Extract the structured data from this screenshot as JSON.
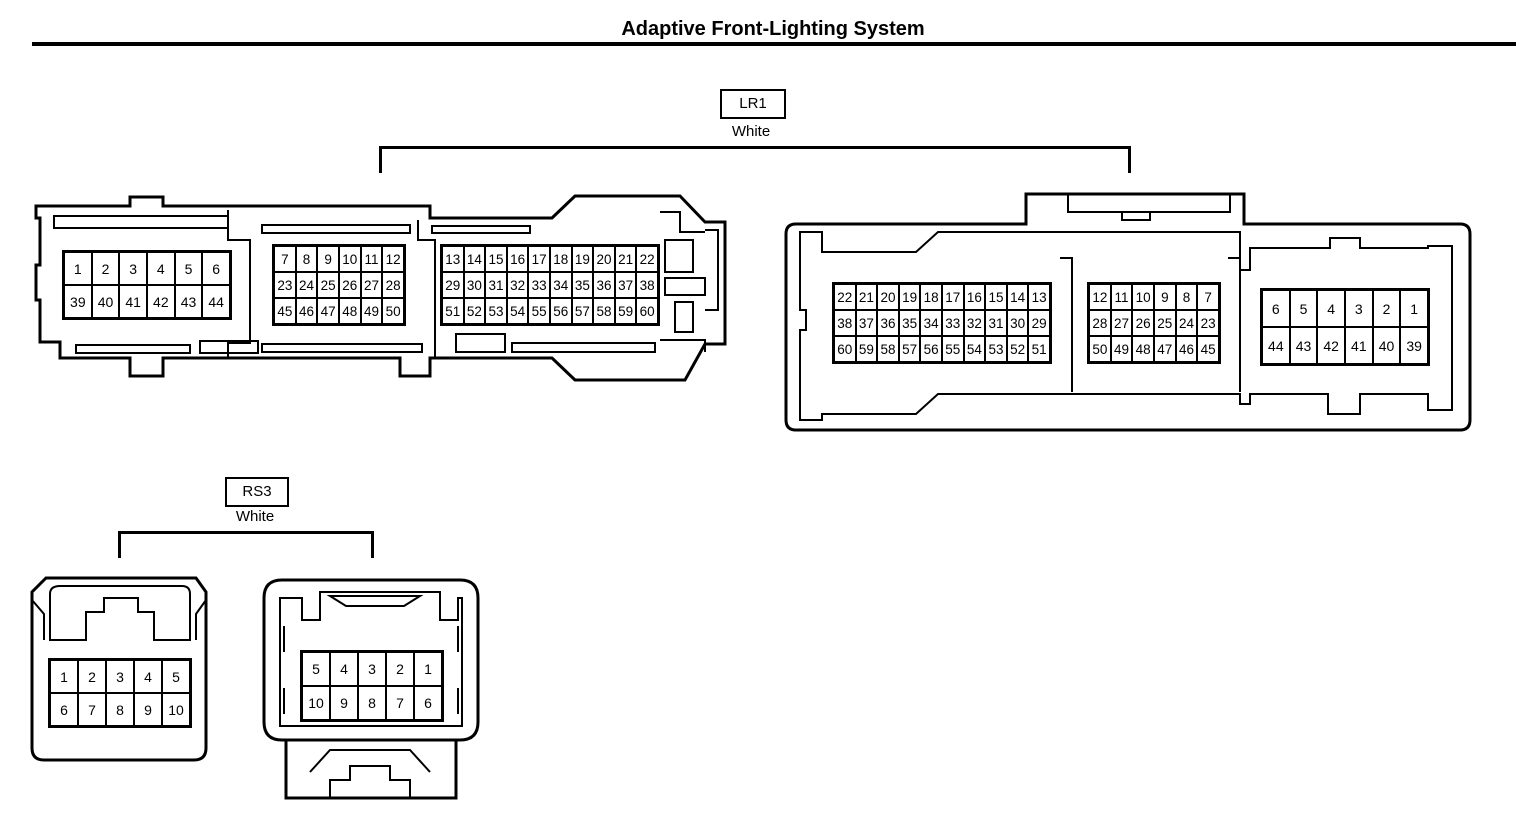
{
  "title": "Adaptive Front-Lighting System",
  "connectors": {
    "lr1": {
      "code": "LR1",
      "color": "White"
    },
    "rs3": {
      "code": "RS3",
      "color": "White"
    }
  },
  "lr1_left": {
    "block_a": [
      [
        "1",
        "2",
        "3",
        "4",
        "5",
        "6"
      ],
      [
        "39",
        "40",
        "41",
        "42",
        "43",
        "44"
      ]
    ],
    "block_b": [
      [
        "7",
        "8",
        "9",
        "10",
        "11",
        "12"
      ],
      [
        "23",
        "24",
        "25",
        "26",
        "27",
        "28"
      ],
      [
        "45",
        "46",
        "47",
        "48",
        "49",
        "50"
      ]
    ],
    "block_c": [
      [
        "13",
        "14",
        "15",
        "16",
        "17",
        "18",
        "19",
        "20",
        "21",
        "22"
      ],
      [
        "29",
        "30",
        "31",
        "32",
        "33",
        "34",
        "35",
        "36",
        "37",
        "38"
      ],
      [
        "51",
        "52",
        "53",
        "54",
        "55",
        "56",
        "57",
        "58",
        "59",
        "60"
      ]
    ]
  },
  "lr1_right": {
    "block_a": [
      [
        "22",
        "21",
        "20",
        "19",
        "18",
        "17",
        "16",
        "15",
        "14",
        "13"
      ],
      [
        "38",
        "37",
        "36",
        "35",
        "34",
        "33",
        "32",
        "31",
        "30",
        "29"
      ],
      [
        "60",
        "59",
        "58",
        "57",
        "56",
        "55",
        "54",
        "53",
        "52",
        "51"
      ]
    ],
    "block_b": [
      [
        "12",
        "11",
        "10",
        "9",
        "8",
        "7"
      ],
      [
        "28",
        "27",
        "26",
        "25",
        "24",
        "23"
      ],
      [
        "50",
        "49",
        "48",
        "47",
        "46",
        "45"
      ]
    ],
    "block_c": [
      [
        "6",
        "5",
        "4",
        "3",
        "2",
        "1"
      ],
      [
        "44",
        "43",
        "42",
        "41",
        "40",
        "39"
      ]
    ]
  },
  "rs3_left": [
    [
      "1",
      "2",
      "3",
      "4",
      "5"
    ],
    [
      "6",
      "7",
      "8",
      "9",
      "10"
    ]
  ],
  "rs3_right": [
    [
      "5",
      "4",
      "3",
      "2",
      "1"
    ],
    [
      "10",
      "9",
      "8",
      "7",
      "6"
    ]
  ]
}
